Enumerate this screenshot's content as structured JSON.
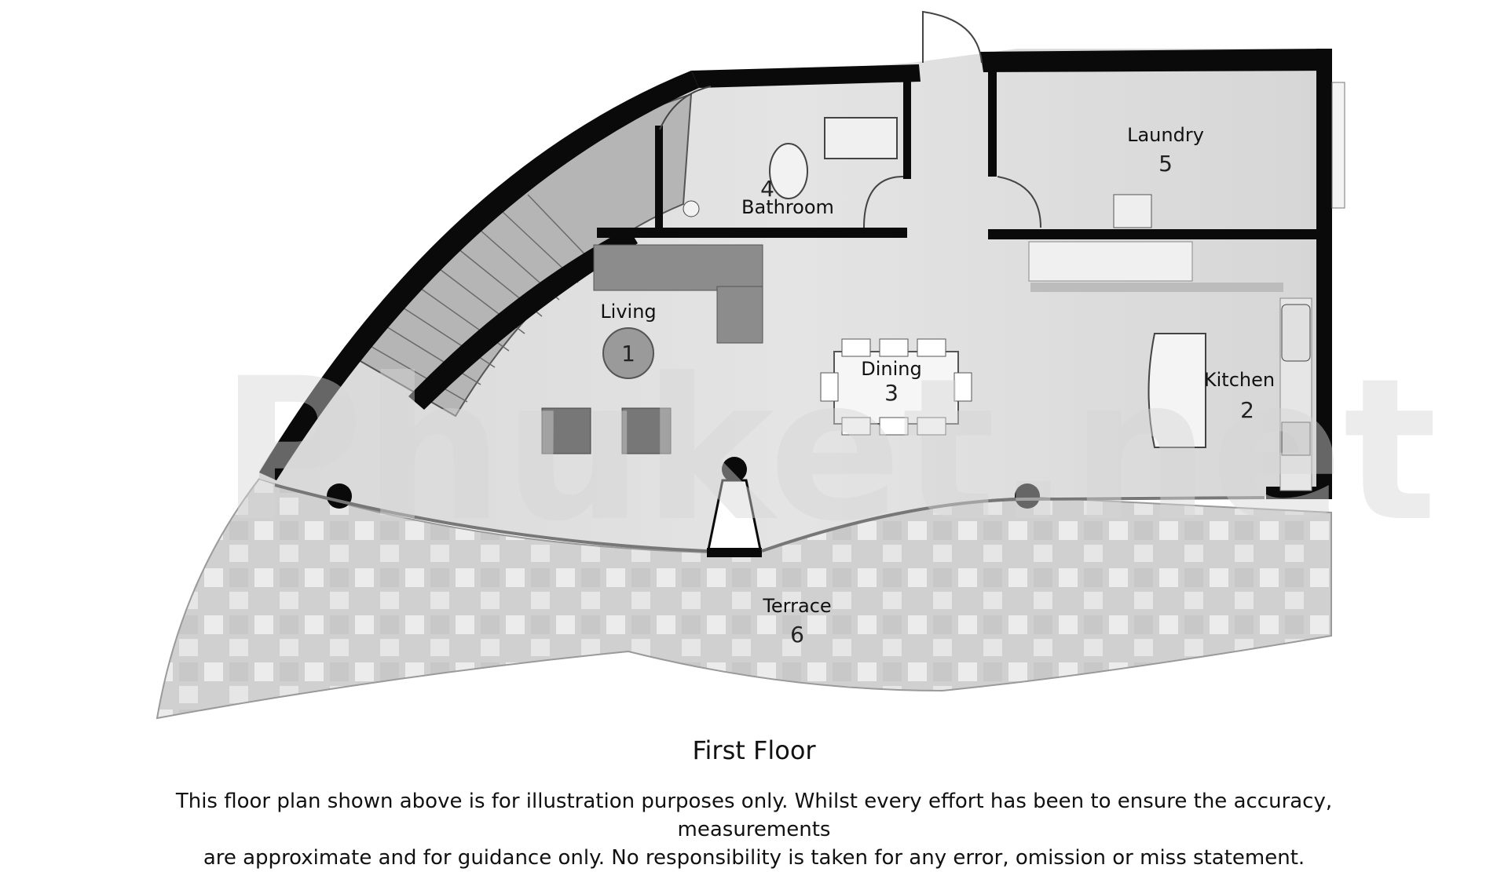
{
  "watermark": "Phuket.net",
  "rooms": {
    "living": {
      "label": "Living",
      "number": "1"
    },
    "kitchen": {
      "label": "Kitchen",
      "number": "2"
    },
    "dining": {
      "label": "Dining",
      "number": "3"
    },
    "bathroom": {
      "label": "Bathroom",
      "number": "4"
    },
    "laundry": {
      "label": "Laundry",
      "number": "5"
    },
    "terrace": {
      "label": "Terrace",
      "number": "6"
    }
  },
  "caption": "First Floor",
  "disclaimer": {
    "line1": "This floor plan shown above is for illustration purposes only. Whilst every effort has been to ensure the accuracy, measurements",
    "line2": "are approximate and for guidance only. No responsibility is taken for any error, omission or miss statement."
  },
  "colors": {
    "wall": "#0a0a0a",
    "floor": "#dcdcdc",
    "terrace": "#d2d2d2",
    "tile_light": "#eeeeee",
    "furniture": "#8c8c8c"
  }
}
